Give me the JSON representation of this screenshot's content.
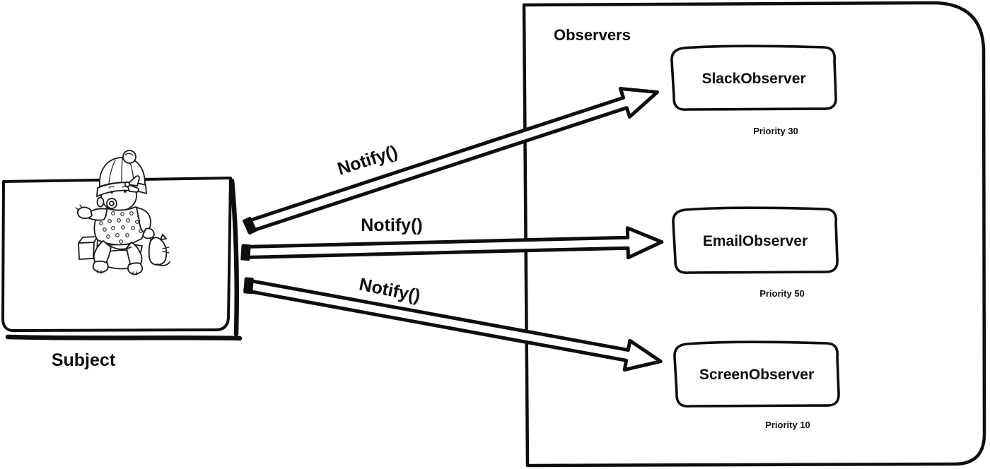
{
  "colors": {
    "ink": "#0e0e0e",
    "background": "#ffffff"
  },
  "subject": {
    "label": "Subject",
    "illustration": "baby-sitting-line-art"
  },
  "observers": {
    "label": "Observers",
    "items": [
      {
        "name": "SlackObserver",
        "priority": "Priority 30"
      },
      {
        "name": "EmailObserver",
        "priority": "Priority 50"
      },
      {
        "name": "ScreenObserver",
        "priority": "Priority 10"
      }
    ]
  },
  "arrows": [
    {
      "label": "Notify()",
      "to": "SlackObserver"
    },
    {
      "label": "Notify()",
      "to": "EmailObserver"
    },
    {
      "label": "Notify()",
      "to": "ScreenObserver"
    }
  ]
}
